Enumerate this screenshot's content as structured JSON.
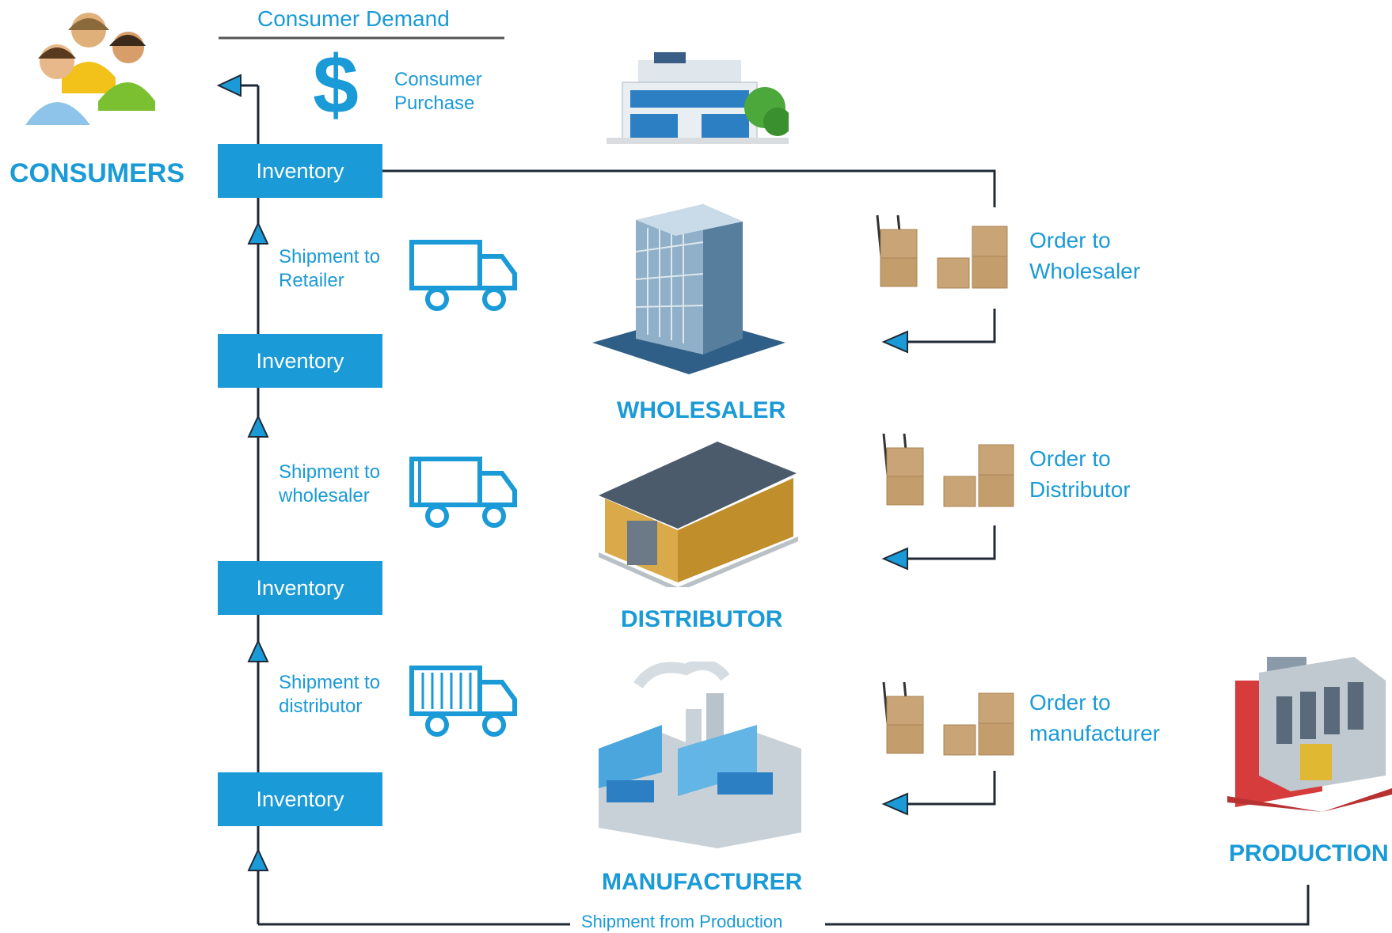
{
  "header": {
    "consumer_demand": "Consumer Demand",
    "consumer_purchase_line1": "Consumer",
    "consumer_purchase_line2": "Purchase",
    "dollar_symbol": "$"
  },
  "nodes": {
    "consumers": "CONSUMERS",
    "wholesaler": "WHOLESALER",
    "distributor": "DISTRIBUTOR",
    "manufacturer": "MANUFACTURER",
    "production": "PRODUCTION"
  },
  "inventory": [
    "Inventory",
    "Inventory",
    "Inventory",
    "Inventory"
  ],
  "shipments": [
    {
      "line1": "Shipment to",
      "line2": "Retailer"
    },
    {
      "line1": "Shipment to",
      "line2": "wholesaler"
    },
    {
      "line1": "Shipment to",
      "line2": "distributor"
    }
  ],
  "orders": [
    {
      "line1": "Order to",
      "line2": "Wholesaler"
    },
    {
      "line1": "Order to",
      "line2": "Distributor"
    },
    {
      "line1": "Order to",
      "line2": "manufacturer"
    }
  ],
  "shipment_from_production": "Shipment from Production",
  "colors": {
    "accent": "#1a9ad6",
    "line": "#1f2a36",
    "box_brown": "#c9a477"
  }
}
